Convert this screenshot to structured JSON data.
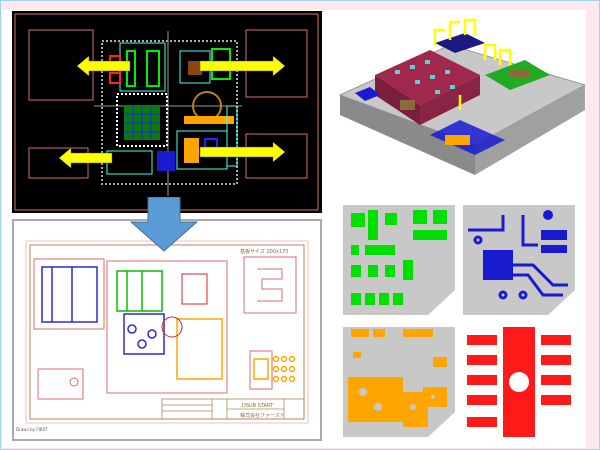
{
  "drawing": {
    "board_size_label": "基板サイズ 200x170",
    "title_block": {
      "title": "DSUB START",
      "company": "株式会社ファースト"
    },
    "footer_note": "Drawn by FIRST"
  },
  "colors": {
    "background": "#fde8ee",
    "layout_bg": "#000000",
    "outline": "#e06a6a",
    "arrow_yellow": "#ffff00",
    "arrow_blue": "#5b9bd5",
    "layer_green": "#00e000",
    "layer_blue": "#1a1ad0",
    "layer_orange": "#ffa500",
    "layer_red": "#ff1a1a"
  }
}
